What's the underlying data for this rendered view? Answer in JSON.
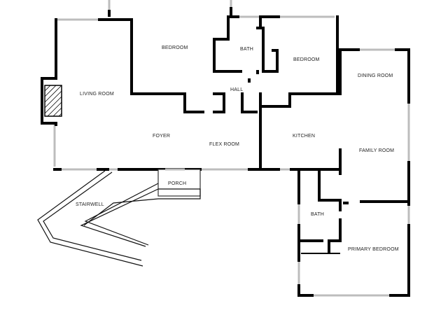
{
  "rooms": {
    "bedroom_1": "BEDROOM",
    "bath_1": "BATH",
    "bedroom_2": "BEDROOM",
    "living_room": "LIVING ROOM",
    "hall": "HALL",
    "dining_room": "DINING ROOM",
    "foyer": "FOYER",
    "flex_room": "FLEX ROOM",
    "kitchen": "KITCHEN",
    "family_room": "FAMILY ROOM",
    "porch": "PORCH",
    "stairwell": "STAIRWELL",
    "bath_2": "BATH",
    "primary_bedroom": "PRIMARY BEDROOM"
  }
}
